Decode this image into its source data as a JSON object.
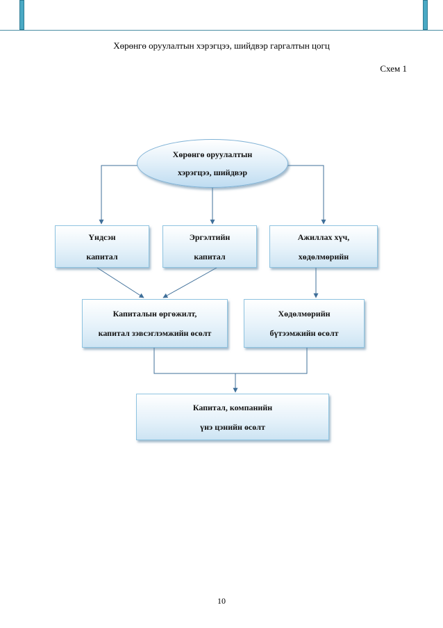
{
  "document": {
    "title": "Хөрөнгө оруулалтын хэрэгцээ, шийдвэр гаргалтын цогц",
    "scheme_label": "Схем 1",
    "page_number": "10"
  },
  "diagram": {
    "root": {
      "line1": "Хөрөнгө оруулалтын",
      "line2": "хэрэгцээ, шийдвэр"
    },
    "fixed_capital": {
      "line1": "Үндсэн",
      "line2": "капитал"
    },
    "working_capital": {
      "line1": "Эргэлтийн",
      "line2": "капитал"
    },
    "labor": {
      "line1": "Ажиллах хүч,",
      "line2": "хөдөлмөрийн"
    },
    "capital_growth": {
      "line1": "Капиталын өргөжилт,",
      "line2": "капитал зэвсэглэмжийн өсөлт"
    },
    "labor_productivity": {
      "line1": "Хөдөлмөрийн",
      "line2": "бүтээмжийн өсөлт"
    },
    "company_value": {
      "line1": "Капитал, компанийн",
      "line2": "үнэ цэнийн өсөлт"
    }
  },
  "colors": {
    "header_accent": "#4aa9c4",
    "node_border": "#8ec3e0",
    "connector": "#3f6f99"
  }
}
